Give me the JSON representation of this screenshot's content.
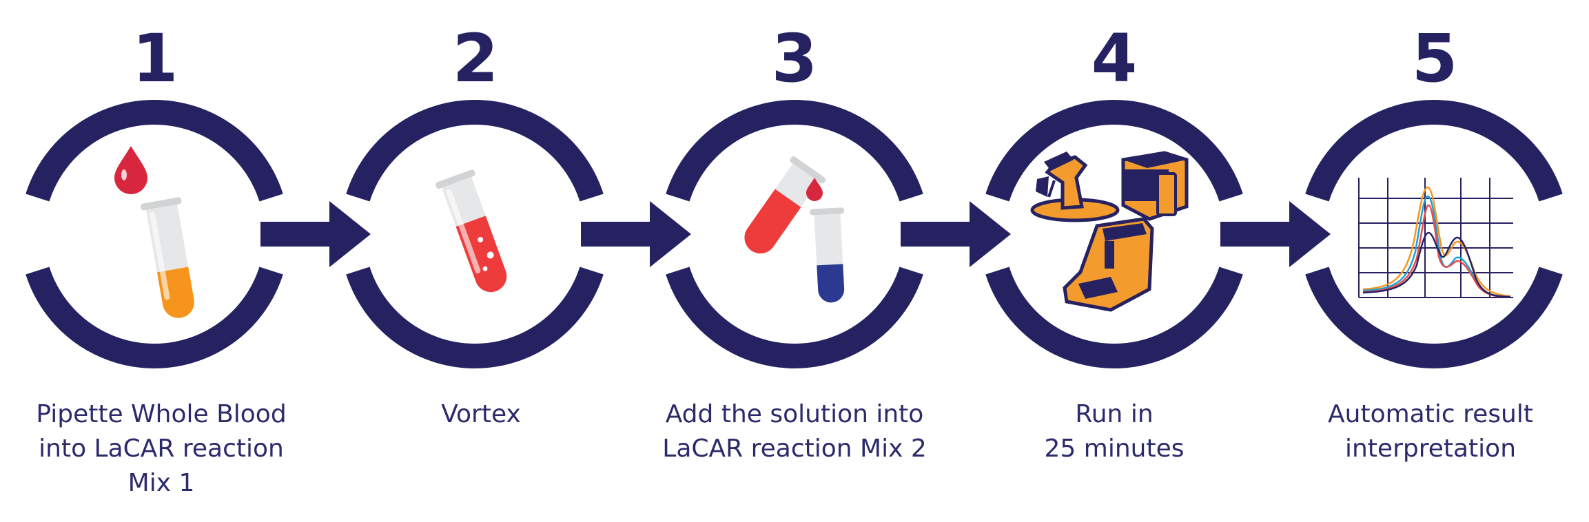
{
  "colors": {
    "navy": "#262261",
    "blood_red": "#d7263d",
    "tube_red": "#ee3b3b",
    "tube_orange": "#f7941d",
    "tube_blue": "#2b3990",
    "device_orange": "#f39c2d",
    "tube_body": "#e6e7e8",
    "caption_text": "#2b2a6b"
  },
  "steps": [
    {
      "number": "1",
      "caption_lines": [
        "Pipette Whole Blood",
        "into LaCAR reaction",
        "Mix 1"
      ],
      "icon": "pipette-blood-tube-icon"
    },
    {
      "number": "2",
      "caption_lines": [
        "Vortex"
      ],
      "icon": "vortex-tube-icon"
    },
    {
      "number": "3",
      "caption_lines": [
        "Add the solution into",
        "LaCAR reaction Mix 2"
      ],
      "icon": "transfer-tubes-icon"
    },
    {
      "number": "4",
      "caption_lines": [
        "Run in",
        "25 minutes"
      ],
      "icon": "instruments-icon"
    },
    {
      "number": "5",
      "caption_lines": [
        "Automatic result",
        "interpretation"
      ],
      "icon": "result-chart-icon"
    }
  ]
}
